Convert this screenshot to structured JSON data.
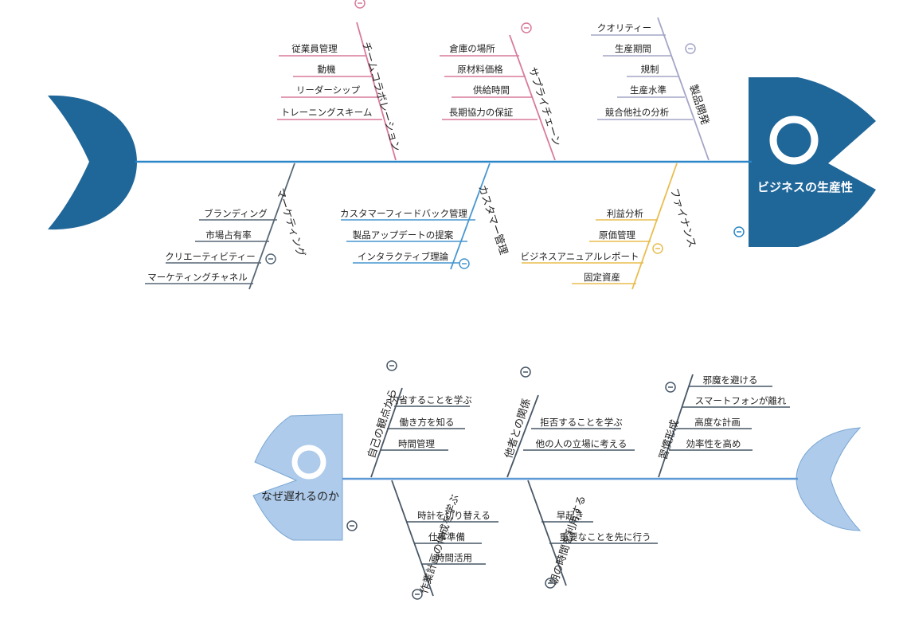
{
  "diagram1": {
    "head_label": "ビジネスの生産性",
    "colors": {
      "spine": "#2b86c8",
      "fish": "#1f6699",
      "pink": "#d87a9c",
      "lavender": "#a3a5c6",
      "gold": "#e8bd4e",
      "slate": "#566775",
      "blue": "#4796cf"
    },
    "branches": [
      {
        "label": "チームコラボレーション",
        "items": [
          "従業員管理",
          "動機",
          "リーダーシップ",
          "トレーニングスキーム"
        ]
      },
      {
        "label": "サプライチェーン",
        "items": [
          "倉庫の場所",
          "原材料価格",
          "供給時間",
          "長期協力の保証"
        ]
      },
      {
        "label": "製品開発",
        "items": [
          "クオリティー",
          "生産期間",
          "規制",
          "生産水準",
          "競合他社の分析"
        ]
      },
      {
        "label": "マーケティング",
        "items": [
          "ブランディング",
          "市場占有率",
          "クリエーティビティー",
          "マーケティングチャネル"
        ]
      },
      {
        "label": "カスタマー管理",
        "items": [
          "カスタマーフィードバック管理",
          "製品アップデートの提案",
          "インタラクティブ理論"
        ]
      },
      {
        "label": "ファイナンス",
        "items": [
          "利益分析",
          "原価管理",
          "ビジネスアニュアルレポート",
          "固定資産"
        ]
      }
    ]
  },
  "diagram2": {
    "head_label": "なぜ遅れるのか",
    "colors": {
      "spine": "#5f9ad6",
      "fish": "#aecbeb",
      "branch": "#475766"
    },
    "branches": [
      {
        "label": "自己の観点から",
        "items": [
          "内省することを学ぶ",
          "働き方を知る",
          "時間管理"
        ]
      },
      {
        "label": "他者との関係",
        "items": [
          "拒否することを学ぶ",
          "他の人の立場に考える"
        ]
      },
      {
        "label": "習慣形成",
        "items": [
          "邪魔を避ける",
          "スマートフォンが離れ",
          "高度な計画",
          "効率性を高め"
        ]
      },
      {
        "label": "作業計画の作成を学ぶ",
        "items": [
          "時計を切り替える",
          "仕事準備",
          "時間活用"
        ]
      },
      {
        "label": "朝の時間を利用する",
        "items": [
          "早起き",
          "重要なことを先に行う"
        ]
      }
    ]
  }
}
